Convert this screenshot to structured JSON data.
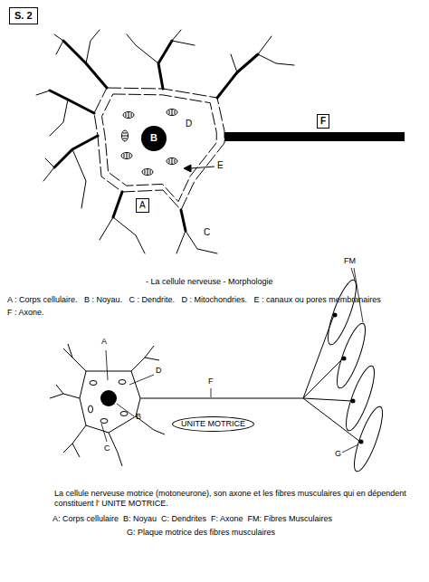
{
  "diagram": {
    "caption": "- La cellule nerveuse - Morphologie",
    "nodes": [
      {
        "text": [
          "S. 2"
        ]
      },
      {
        "text": [
          "F"
        ]
      },
      {
        "text": [
          "A"
        ]
      },
      {
        "text": [
          "B"
        ]
      },
      {
        "text": [
          "UNITE MOTRICE"
        ]
      }
    ],
    "edges": [],
    "labels": [
      "D",
      "E",
      "C",
      "A : Corps cellulaire.   B : Noyau.   C : Dendrite.   D : Mitochondries.   E : canaux ou pores membranaires",
      "F : Axone.",
      "A",
      "D",
      "B",
      "C",
      "F",
      "FM",
      "G",
      "La cellule nerveuse motrice (motoneurone), son axone et les fibres musculaires qui en dépendent constituent l' UNITE MOTRICE.",
      "A: Corps cellulaire  B: Noyau  C: Dendrites  F: Axone  FM: Fibres Musculaires",
      "G: Plaque motrice des fibres musculaires"
    ]
  }
}
